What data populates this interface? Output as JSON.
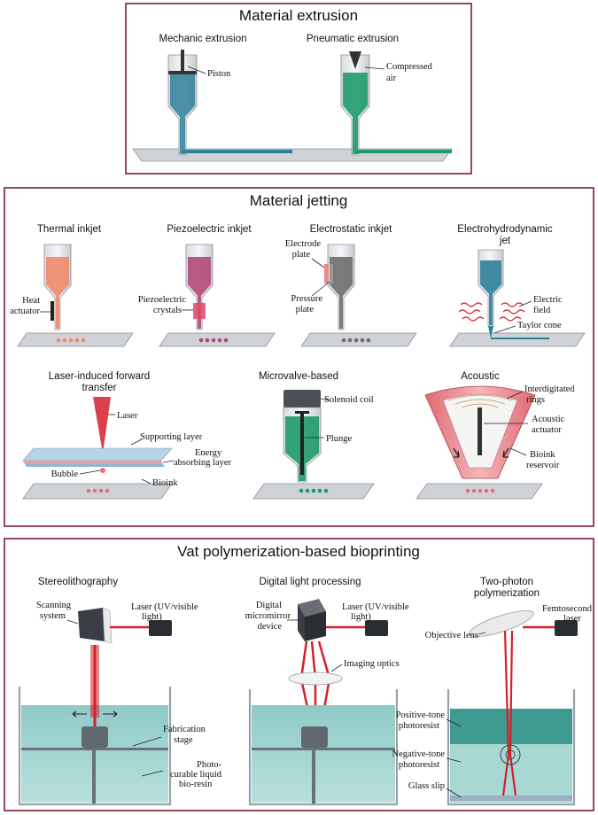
{
  "extrusion": {
    "title": "Material extrusion",
    "mechanic": {
      "title": "Mechanic extrusion",
      "piston": "Piston"
    },
    "pneumatic": {
      "title": "Pneumatic extrusion",
      "air_1": "Compressed",
      "air_2": "air"
    }
  },
  "jetting": {
    "title": "Material jetting",
    "thermal": {
      "title": "Thermal inkjet",
      "heat_1": "Heat",
      "heat_2": "actuator"
    },
    "piezo": {
      "title": "Piezoelectric inkjet",
      "crystals_1": "Piezoelectric",
      "crystals_2": "crystals"
    },
    "electrostatic": {
      "title": "Electrostatic inkjet",
      "electrode_1": "Electrode",
      "electrode_2": "plate",
      "pressure_1": "Pressure",
      "pressure_2": "plate"
    },
    "ehd": {
      "title_1": "Electrohydrodynamic",
      "title_2": "jet",
      "field_1": "Electric",
      "field_2": "field",
      "taylor": "Taylor cone"
    },
    "lift": {
      "title_1": "Laser-induced forward",
      "title_2": "transfer",
      "laser": "Laser",
      "supporting": "Supporting layer",
      "energy_1": "Energy",
      "energy_2": "absorbing layer",
      "bubble": "Bubble",
      "bioink": "Bioink"
    },
    "microvalve": {
      "title": "Microvalve-based",
      "solenoid": "Solenoid coil",
      "plunge": "Plunge"
    },
    "acoustic": {
      "title": "Acoustic",
      "rings_1": "Interdigitated",
      "rings_2": "rings",
      "actuator_1": "Acoustic",
      "actuator_2": "actuator",
      "reservoir_1": "Bioink",
      "reservoir_2": "reservoir"
    }
  },
  "vat": {
    "title": "Vat polymerization-based bioprinting",
    "sla": {
      "title": "Stereolithography",
      "scan_1": "Scanning",
      "scan_2": "system",
      "laser_1": "Laser (UV/visible",
      "laser_2": "light)",
      "stage_1": "Fabrication",
      "stage_2": "stage",
      "resin_1": "Photo-",
      "resin_2": "curable liquid",
      "resin_3": "bio-resin"
    },
    "dlp": {
      "title": "Digital light processing",
      "dmd_1": "Digital",
      "dmd_2": "micromirror",
      "dmd_3": "device",
      "laser_1": "Laser (UV/visible",
      "laser_2": "light)",
      "optics": "Imaging optics"
    },
    "tpp": {
      "title_1": "Two-photon",
      "title_2": "polymerization",
      "fs_1": "Femtosecond",
      "fs_2": "laser",
      "objective": "Objective lens",
      "pos_1": "Positive-tone",
      "pos_2": "photoresist",
      "neg_1": "Negative-tone",
      "neg_2": "photoresist",
      "glass": "Glass slip"
    }
  },
  "colors": {
    "frame": "#7a2030",
    "mech_ink": "#2f7f9a",
    "pneu_ink": "#1f9a6a",
    "thermal_ink": "#f08a6a",
    "piezo_ink": "#b04a78",
    "electro_ink": "#6e6e6e",
    "ehd_ink": "#2f7f9a",
    "laser": "#d3202a",
    "resin": "#a8d8d4"
  }
}
